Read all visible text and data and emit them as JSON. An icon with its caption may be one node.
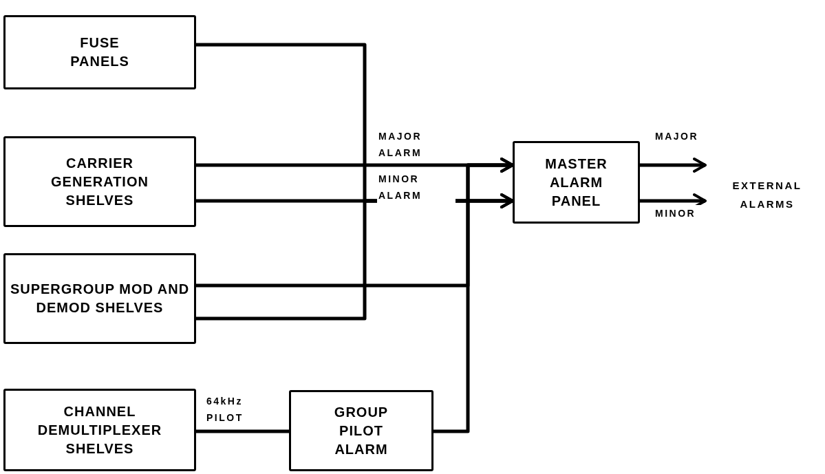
{
  "diagram": {
    "nodes": [
      {
        "text": [
          "FUSE PANELS"
        ]
      },
      {
        "text": [
          "CARRIER GENERATION SHELVES"
        ]
      },
      {
        "text": [
          "SUPERGROUP MOD AND DEMOD SHELVES"
        ]
      },
      {
        "text": [
          "CHANNEL DEMULTIPLEXER SHELVES"
        ]
      },
      {
        "text": [
          "GROUP PILOT ALARM"
        ]
      },
      {
        "text": [
          "MASTER ALARM PANEL"
        ]
      },
      {
        "text": [
          "EXTERNAL ALARMS"
        ]
      }
    ],
    "edges": [
      {
        "from": 0,
        "to": 5,
        "arrow": "to"
      },
      {
        "from": 1,
        "to": 5,
        "arrow": "to",
        "label": "MAJOR ALARM"
      },
      {
        "from": 1,
        "to": 5,
        "arrow": "to",
        "label": "MINOR ALARM"
      },
      {
        "from": 2,
        "to": 5,
        "arrow": "to"
      },
      {
        "from": 2,
        "to": 5,
        "arrow": "to"
      },
      {
        "from": 3,
        "to": 4,
        "arrow": "none",
        "label": "64kHz PILOT"
      },
      {
        "from": 4,
        "to": 5,
        "arrow": "to"
      },
      {
        "from": 5,
        "to": 6,
        "arrow": "to",
        "label": "MAJOR"
      },
      {
        "from": 5,
        "to": 6,
        "arrow": "to",
        "label": "MINOR"
      }
    ]
  }
}
